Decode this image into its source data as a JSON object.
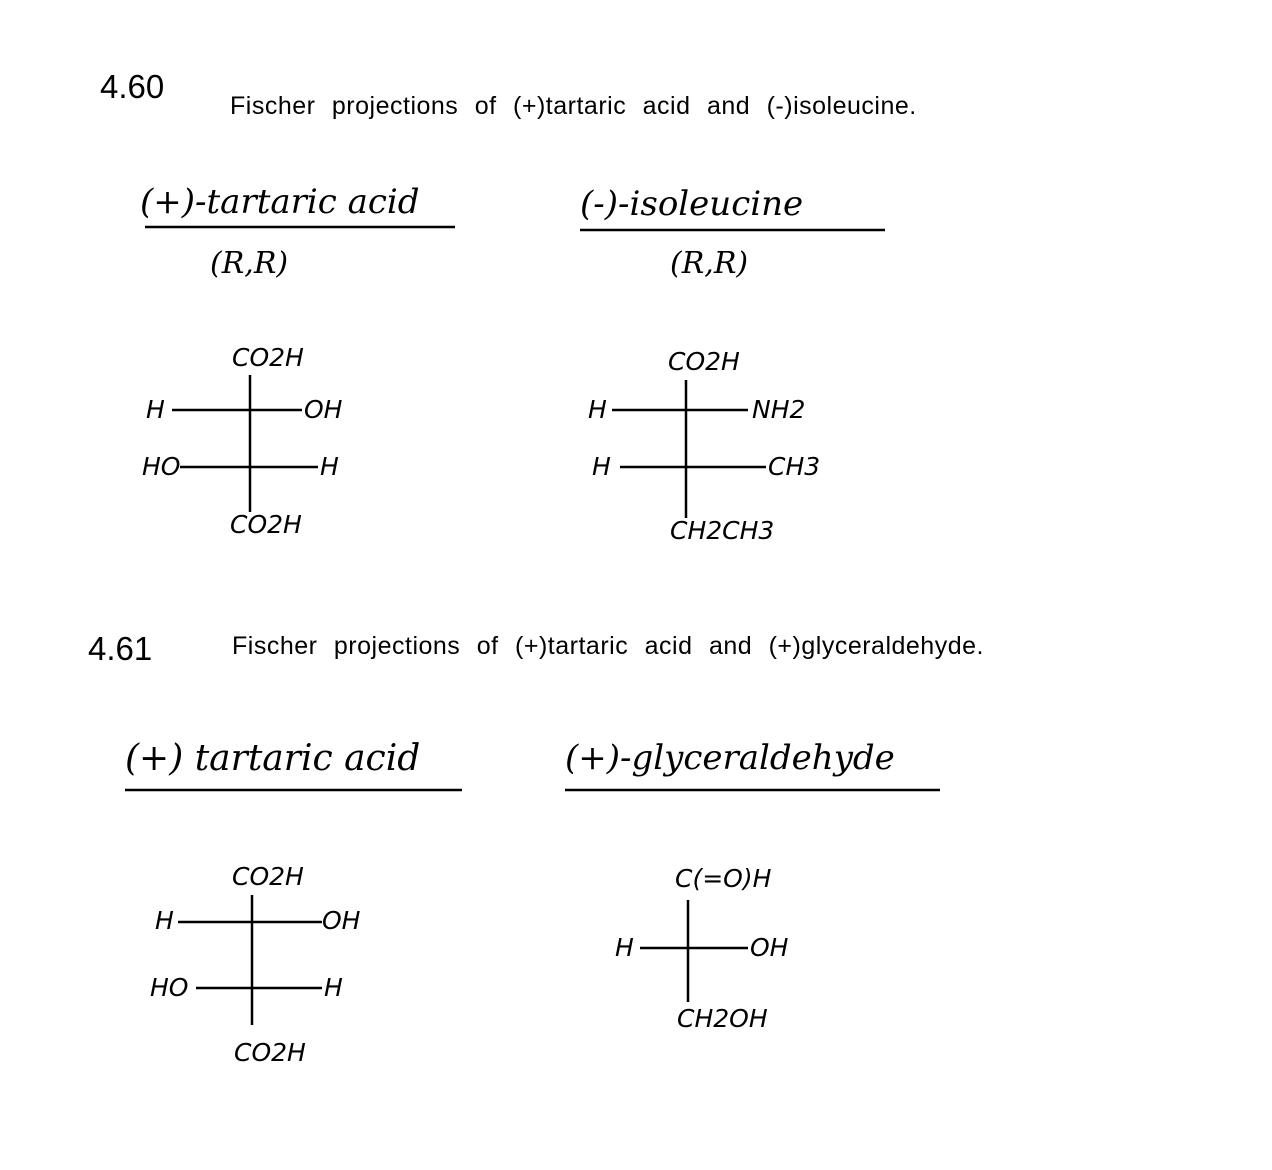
{
  "problems": [
    {
      "number": "4.60",
      "heading": "Fischer projections of (+)tartaric acid and (-)isoleucine.",
      "structures": [
        {
          "name": "(+)-tartaric acid",
          "config": "(R,R)",
          "top": "CO2H",
          "bottom": "CO2H",
          "rows": [
            {
              "left": "H",
              "right": "OH"
            },
            {
              "left": "HO",
              "right": "H"
            }
          ]
        },
        {
          "name": "(-)-isoleucine",
          "config": "(R,R)",
          "top": "CO2H",
          "bottom": "CH2CH3",
          "rows": [
            {
              "left": "H",
              "right": "NH2"
            },
            {
              "left": "H",
              "right": "CH3"
            }
          ]
        }
      ]
    },
    {
      "number": "4.61",
      "heading": "Fischer projections of (+)tartaric acid and (+)glyceraldehyde.",
      "structures": [
        {
          "name": "(+) tartaric acid",
          "top": "CO2H",
          "bottom": "CO2H",
          "rows": [
            {
              "left": "H",
              "right": "OH"
            },
            {
              "left": "HO",
              "right": "H"
            }
          ]
        },
        {
          "name": "(+)-glyceraldehyde",
          "top": "C(=O)H",
          "bottom": "CH2OH",
          "rows": [
            {
              "left": "H",
              "right": "OH"
            }
          ]
        }
      ]
    }
  ]
}
